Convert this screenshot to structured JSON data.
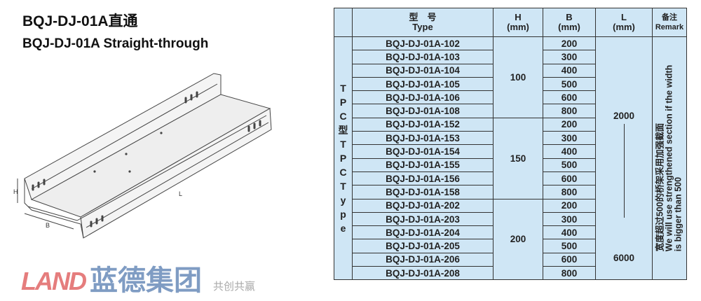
{
  "title_cn": "BQJ-DJ-01A直通",
  "title_en": "BQJ-DJ-01A Straight-through",
  "drawing": {
    "label_h": "H",
    "label_b": "B",
    "label_l": "L"
  },
  "watermark": {
    "brand": "LAND",
    "name": "蓝德集团",
    "slogan": "共创共赢"
  },
  "table": {
    "headers": {
      "type": "型　号\nType",
      "h": "H\n(mm)",
      "b": "B\n(mm)",
      "l": "L\n(mm)",
      "remark": "备注\nRemark"
    },
    "side_label": "T\nP\nC\n型\nT\nP\nC\nT\ny\np\ne",
    "l_min": "2000",
    "l_max": "6000",
    "remark_cn": "宽度超过500的桥架采用加强截面",
    "remark_en1": "We will use strengthened section if the width",
    "remark_en2": "is bigger than 500",
    "groups": [
      {
        "h": "100",
        "rows": [
          [
            "BQJ-DJ-01A-102",
            "200"
          ],
          [
            "BQJ-DJ-01A-103",
            "300"
          ],
          [
            "BQJ-DJ-01A-104",
            "400"
          ],
          [
            "BQJ-DJ-01A-105",
            "500"
          ],
          [
            "BQJ-DJ-01A-106",
            "600"
          ],
          [
            "BQJ-DJ-01A-108",
            "800"
          ]
        ]
      },
      {
        "h": "150",
        "rows": [
          [
            "BQJ-DJ-01A-152",
            "200"
          ],
          [
            "BQJ-DJ-01A-153",
            "300"
          ],
          [
            "BQJ-DJ-01A-154",
            "400"
          ],
          [
            "BQJ-DJ-01A-155",
            "500"
          ],
          [
            "BQJ-DJ-01A-156",
            "600"
          ],
          [
            "BQJ-DJ-01A-158",
            "800"
          ]
        ]
      },
      {
        "h": "200",
        "rows": [
          [
            "BQJ-DJ-01A-202",
            "200"
          ],
          [
            "BQJ-DJ-01A-203",
            "300"
          ],
          [
            "BQJ-DJ-01A-204",
            "400"
          ],
          [
            "BQJ-DJ-01A-205",
            "500"
          ],
          [
            "BQJ-DJ-01A-206",
            "600"
          ],
          [
            "BQJ-DJ-01A-208",
            "800"
          ]
        ]
      }
    ]
  }
}
